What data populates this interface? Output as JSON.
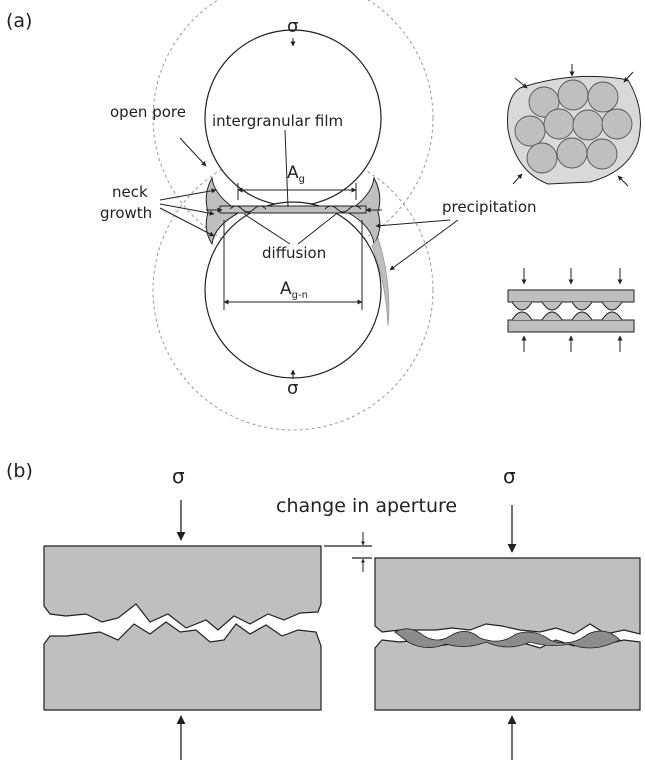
{
  "panel_a": {
    "tag": "(a)",
    "labels": {
      "sigma_top": "σ",
      "sigma_bottom": "σ",
      "open_pore": "open pore",
      "intergranular_film": "intergranular film",
      "area_grain": "A",
      "area_grain_sub": "g",
      "neck_line1": "neck",
      "neck_line2": "growth",
      "diffusion": "diffusion",
      "area_neck": "A",
      "area_neck_sub": "g-n",
      "precipitation": "precipitation"
    }
  },
  "panel_b": {
    "tag": "(b)",
    "labels": {
      "sigma_left": "σ",
      "sigma_right": "σ",
      "aperture": "change in aperture"
    }
  },
  "colors": {
    "stroke": "#222222",
    "grain_fill": "#bfbfbf",
    "precip_fill": "#8c8c8c",
    "pack_fill": "#d9d9d9"
  }
}
